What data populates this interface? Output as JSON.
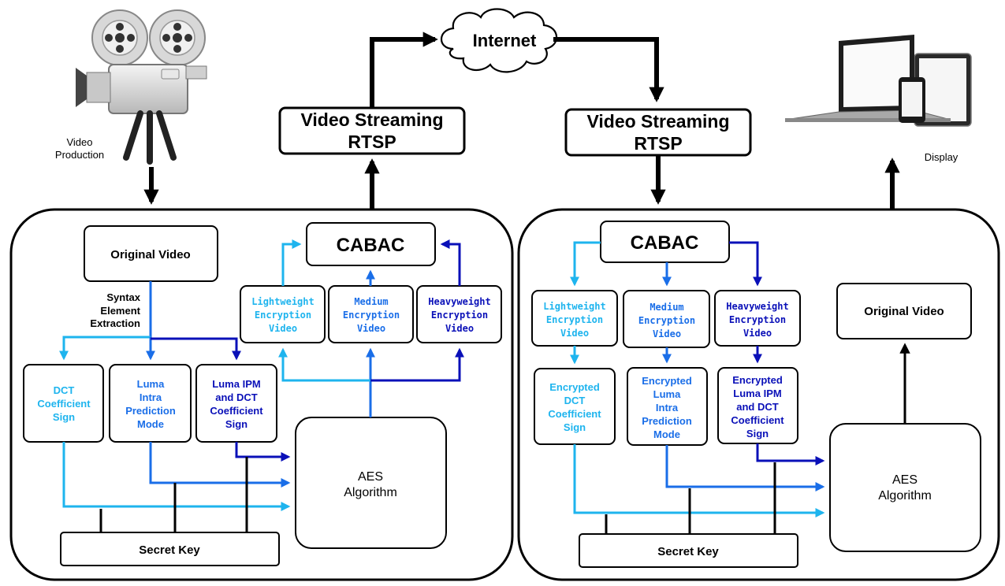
{
  "top": {
    "video_production": [
      "Video",
      "Production"
    ],
    "internet": "Internet",
    "display": "Display",
    "streaming_left": [
      "Video Streaming",
      "RTSP"
    ],
    "streaming_right": [
      "Video Streaming",
      "RTSP"
    ]
  },
  "encoder": {
    "original_video": "Original Video",
    "syntax_extraction": [
      "Syntax",
      "Element",
      "Extraction"
    ],
    "cabac": "CABAC",
    "light": [
      "Lightweight",
      "Encryption",
      "Video"
    ],
    "medium": [
      "Medium",
      "Encryption",
      "Video"
    ],
    "heavy": [
      "Heavyweight",
      "Encryption",
      "Video"
    ],
    "dct": [
      "DCT",
      "Coefficient",
      "Sign"
    ],
    "luma": [
      "Luma",
      "Intra",
      "Prediction",
      "Mode"
    ],
    "ipm": [
      "Luma IPM",
      "and DCT",
      "Coefficient",
      "Sign"
    ],
    "aes": [
      "AES",
      "Algorithm"
    ],
    "secret_key": "Secret Key"
  },
  "decoder": {
    "cabac": "CABAC",
    "light": [
      "Lightweight",
      "Encryption",
      "Video"
    ],
    "medium": [
      "Medium",
      "Encryption",
      "Video"
    ],
    "heavy": [
      "Heavyweight",
      "Encryption",
      "Video"
    ],
    "enc_dct": [
      "Encrypted",
      "DCT",
      "Coefficient",
      "Sign"
    ],
    "enc_luma": [
      "Encrypted",
      "Luma",
      "Intra",
      "Prediction",
      "Mode"
    ],
    "enc_ipm": [
      "Encrypted",
      "Luma IPM",
      "and DCT",
      "Coefficient",
      "Sign"
    ],
    "original_video": "Original Video",
    "aes": [
      "AES",
      "Algorithm"
    ],
    "secret_key": "Secret Key"
  },
  "colors": {
    "light": "#1eb4ee",
    "medium": "#1a6ee8",
    "heavy": "#0a10b8",
    "stroke": "#000000"
  },
  "icons": {
    "camera": "film-camera-icon",
    "devices": "laptop-tablet-phone-icon",
    "cloud": "cloud-icon"
  }
}
